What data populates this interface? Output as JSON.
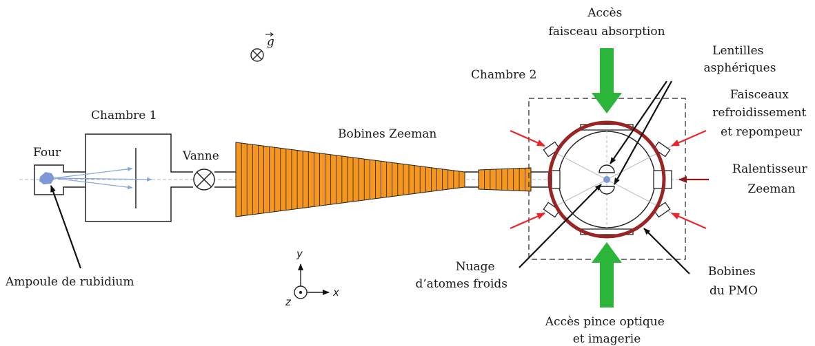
{
  "labels": {
    "four": "Four",
    "chambre1": "Chambre 1",
    "vanne": "Vanne",
    "bobines_zeeman": "Bobines Zeeman",
    "chambre2": "Chambre 2",
    "acces_absorption_1": "Accès",
    "acces_absorption_2": "faisceau absorption",
    "lentilles_1": "Lentilles",
    "lentilles_2": "asphériques",
    "faisceaux_1": "Faisceaux",
    "faisceaux_2": "refroidissement",
    "faisceaux_3": "et repompeur",
    "ralentisseur_1": "Ralentisseur",
    "ralentisseur_2": "Zeeman",
    "bobines_pmo_1": "Bobines",
    "bobines_pmo_2": "du PMO",
    "nuage_1": "Nuage",
    "nuage_2": "d’atomes froids",
    "ampoule": "Ampoule de rubidium",
    "acces_pince_1": "Accès pince optique",
    "acces_pince_2": "et imagerie",
    "gravity": "g",
    "axis_x": "x",
    "axis_y": "y",
    "axis_z": "z"
  },
  "colors": {
    "coils": "#f5961e",
    "mot_coil": "#9a2424",
    "green_beam": "#2bb53a",
    "red_beam": "#e8262b",
    "dark_red_beam": "#8b1a1a",
    "atom_beam": "#8aa6dc",
    "rubidium": "#7e97d6",
    "cloud": "#7e97d6"
  }
}
